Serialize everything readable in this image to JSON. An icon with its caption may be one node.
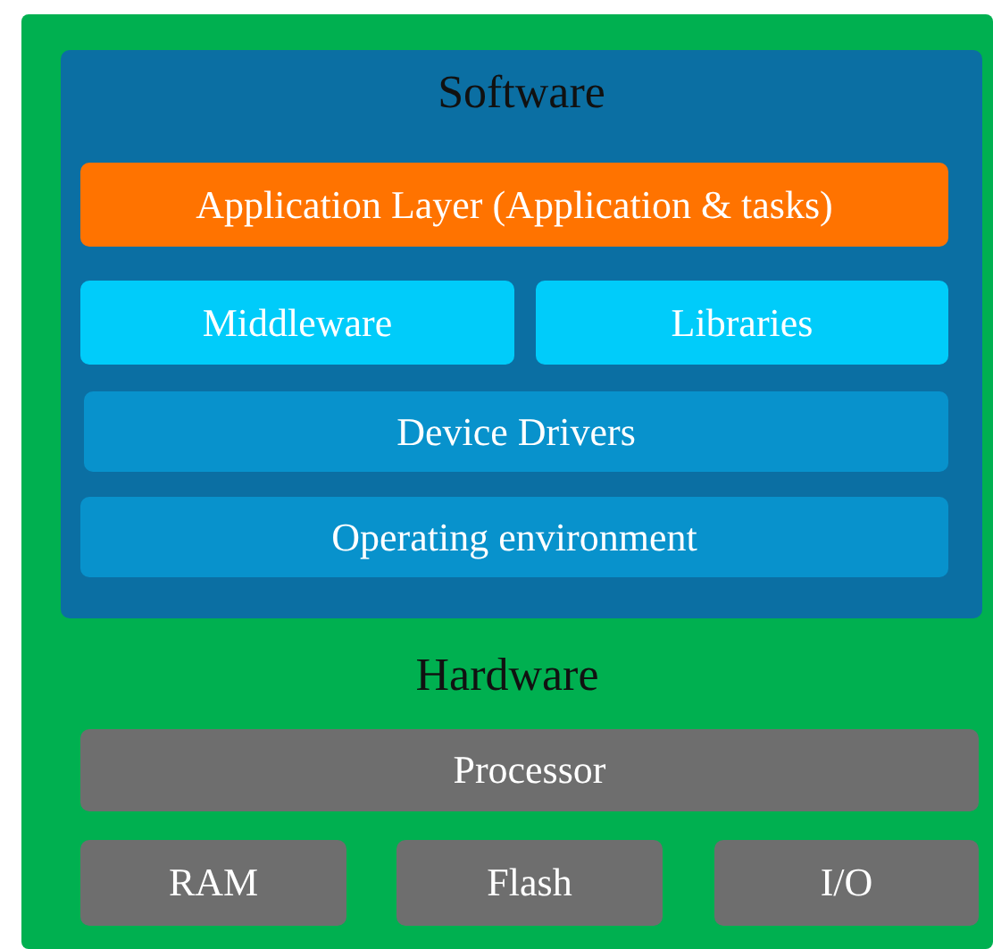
{
  "diagram": {
    "nodes": [
      {
        "text": [
          "Hardware"
        ]
      },
      {
        "text": [
          "Software"
        ],
        "in": 0
      },
      {
        "text": [
          "Application Layer (Application & tasks)"
        ],
        "in": 1
      },
      {
        "text": [
          "Middleware"
        ],
        "in": 1
      },
      {
        "text": [
          "Libraries"
        ],
        "in": 1
      },
      {
        "text": [
          "Device Drivers"
        ],
        "in": 1
      },
      {
        "text": [
          "Operating environment"
        ],
        "in": 1
      },
      {
        "text": [
          "Processor"
        ],
        "in": 0
      },
      {
        "text": [
          "RAM"
        ],
        "in": 0
      },
      {
        "text": [
          "Flash"
        ],
        "in": 0
      },
      {
        "text": [
          "I/O"
        ],
        "in": 0
      }
    ]
  }
}
